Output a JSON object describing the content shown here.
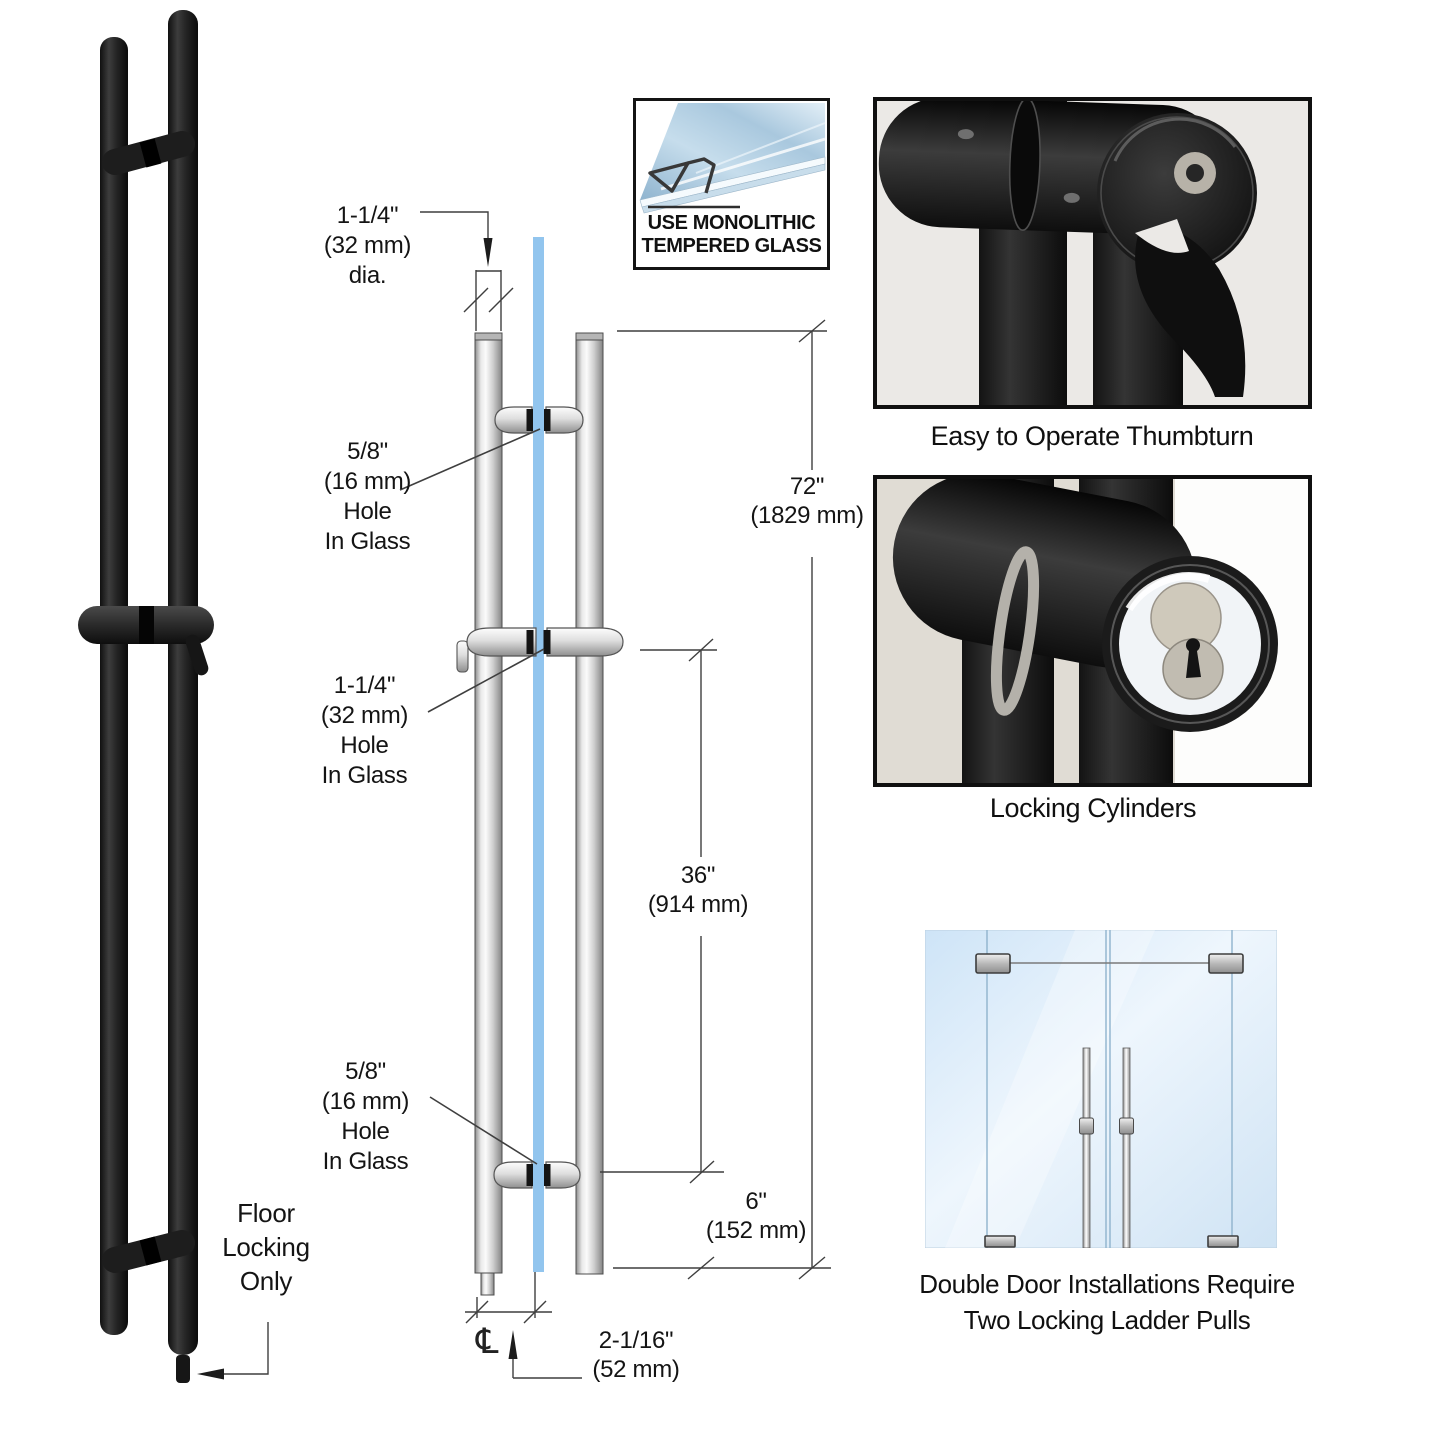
{
  "colors": {
    "glass_blue": "#92c5ee",
    "drawing_line": "#3f3f3f",
    "handle_black": "#1f1f1f",
    "tube_silver": "#c9c9c9",
    "door_glass": "#d9ebfa"
  },
  "badge": [
    "USE MONOLITHIC",
    "TEMPERED GLASS"
  ],
  "dims": {
    "diameter": [
      "1-1/4\"",
      "(32 mm)",
      "dia."
    ],
    "hole_top": [
      "5/8\"",
      "(16 mm)",
      "Hole",
      "In Glass"
    ],
    "hole_middle": [
      "1-1/4\"",
      "(32 mm)",
      "Hole",
      "In Glass"
    ],
    "hole_bottom": [
      "5/8\"",
      "(16 mm)",
      "Hole",
      "In Glass"
    ],
    "overall_height": [
      "72\"",
      "(1829 mm)"
    ],
    "center_height": [
      "36\"",
      "(914 mm)"
    ],
    "bottom_offset": [
      "6\"",
      "(152 mm)"
    ],
    "floor_offset": [
      "2-1/16\"",
      "(52 mm)"
    ],
    "centerline": "℄"
  },
  "notes": {
    "floor_locking": [
      "Floor",
      "Locking",
      "Only"
    ]
  },
  "captions": {
    "thumbturn": "Easy to Operate Thumbturn",
    "cylinders": "Locking Cylinders",
    "double_door": [
      "Double Door Installations Require",
      "Two Locking Ladder Pulls"
    ]
  }
}
